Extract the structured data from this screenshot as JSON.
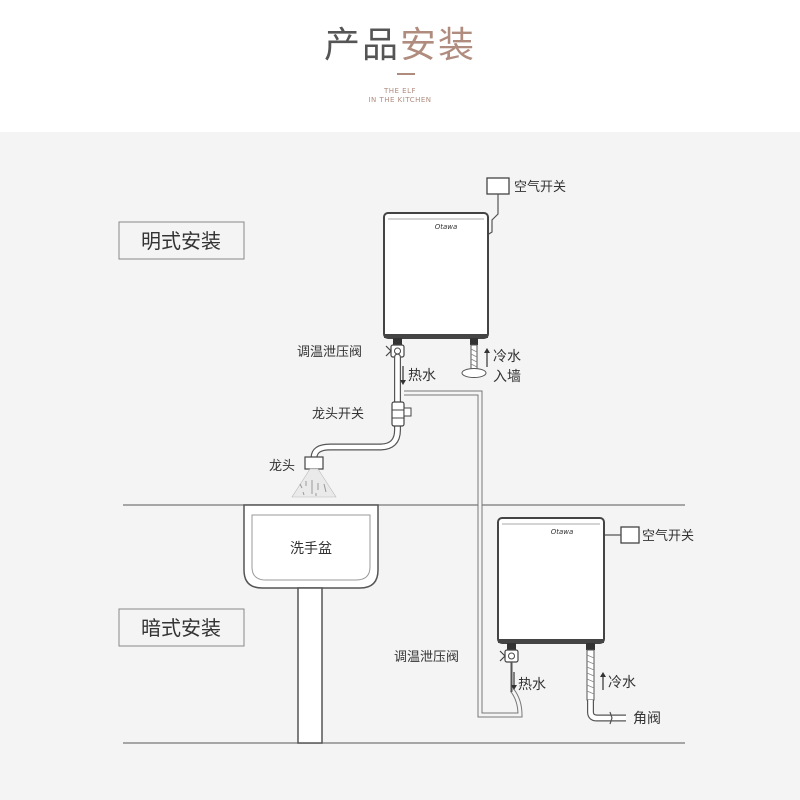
{
  "header": {
    "title_part1": "产品",
    "title_part2": "安装",
    "subtitle_line1": "THE ELF",
    "subtitle_line2": "IN THE KITCHEN"
  },
  "exposed": {
    "section_label": "明式安装",
    "heater_logo": "Otawa",
    "air_switch_label": "空气开关",
    "temp_valve_label": "调温泄压阀",
    "hot_water_label": "热水",
    "cold_water_label": "冷水",
    "into_wall_label": "入墙",
    "faucet_switch_label": "龙头开关",
    "faucet_label": "龙头",
    "basin_label": "洗手盆"
  },
  "concealed": {
    "section_label": "暗式安装",
    "heater_logo": "Otawa",
    "air_switch_label": "空气开关",
    "temp_valve_label": "调温泄压阀",
    "hot_water_label": "热水",
    "cold_water_label": "冷水",
    "angle_valve_label": "角阀"
  },
  "colors": {
    "accent": "#b08c7e",
    "line": "#555555",
    "background": "#f4f4f4"
  }
}
